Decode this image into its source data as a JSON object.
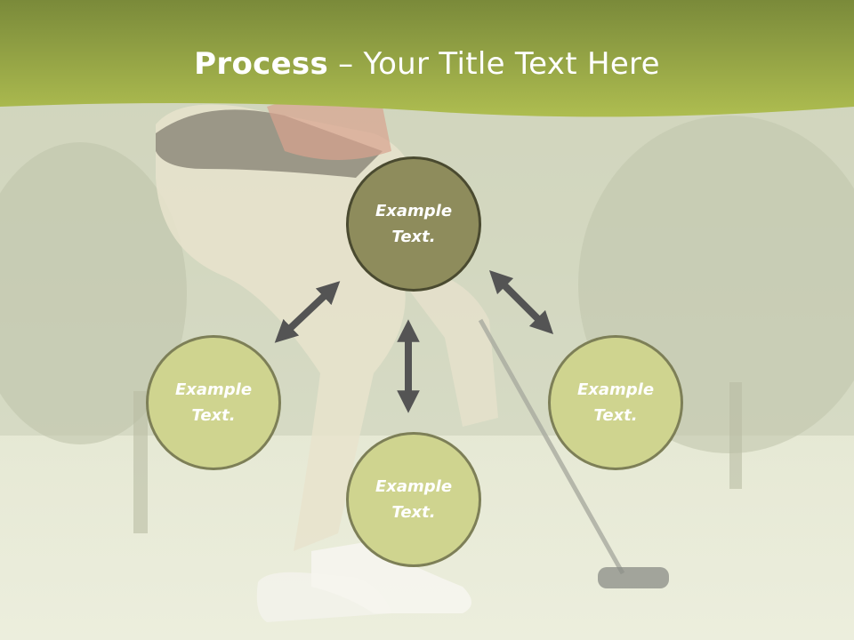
{
  "title": {
    "bold": "Process",
    "rest": " – Your Title Text Here"
  },
  "nodes": {
    "top": "Example\nText.",
    "left": "Example\nText.",
    "right": "Example\nText.",
    "bottom": "Example\nText."
  },
  "node_lines": {
    "line1": "Example",
    "line2": "Text."
  },
  "colors": {
    "banner": "#a9b84a",
    "node_light": "#cfd48f",
    "node_dark": "#8e8c5c",
    "arrow": "#545454"
  }
}
